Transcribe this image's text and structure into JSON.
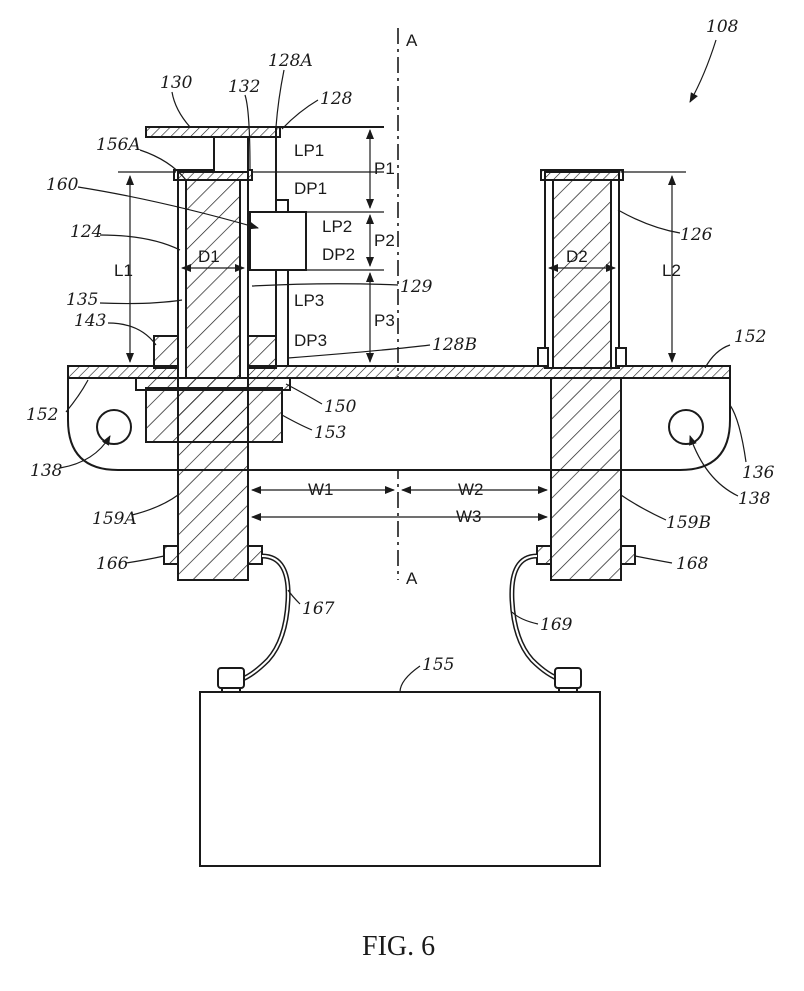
{
  "figure": {
    "caption": "FIG. 6",
    "refs": {
      "r108": "108",
      "r130": "130",
      "r128A": "128A",
      "r132": "132",
      "r128": "128",
      "r156A": "156A",
      "r160": "160",
      "r124": "124",
      "r135": "135",
      "r129": "129",
      "r143": "143",
      "r128B": "128B",
      "r126": "126",
      "r152a": "152",
      "r152b": "152",
      "r150": "150",
      "r153": "153",
      "r138a": "138",
      "r138b": "138",
      "r136": "136",
      "r159A": "159A",
      "r159B": "159B",
      "r166": "166",
      "r168": "168",
      "r167": "167",
      "r169": "169",
      "r155": "155"
    },
    "dims": {
      "LP1": "LP1",
      "DP1": "DP1",
      "LP2": "LP2",
      "DP2": "DP2",
      "LP3": "LP3",
      "DP3": "DP3",
      "P1": "P1",
      "P2": "P2",
      "P3": "P3",
      "L1": "L1",
      "L2": "L2",
      "D1": "D1",
      "D2": "D2",
      "W1": "W1",
      "W2": "W2",
      "W3": "W3",
      "A_top": "A",
      "A_bottom": "A"
    }
  }
}
